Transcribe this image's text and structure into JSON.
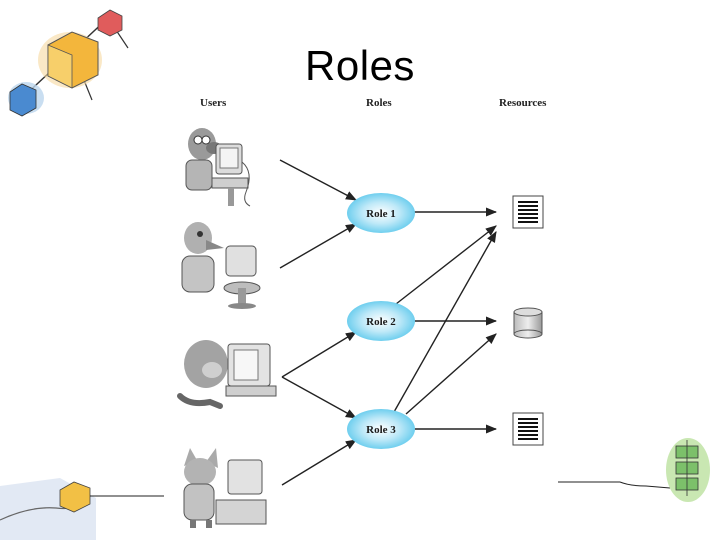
{
  "slide": {
    "title": "Roles"
  },
  "columns": {
    "users": "Users",
    "roles": "Roles",
    "resources": "Resources"
  },
  "roles": [
    "Role 1",
    "Role 2",
    "Role 3"
  ],
  "icons": {
    "users": [
      "dog-user-at-computer-icon",
      "bird-user-at-computer-icon",
      "monkey-user-at-computer-icon",
      "cat-user-at-computer-icon"
    ],
    "resources": [
      "document-resource-icon",
      "database-cylinder-icon",
      "document-resource-icon"
    ],
    "decor": [
      "cube-molecule-decoration-icon",
      "hand-holding-cube-decoration-icon",
      "stacked-boxes-decoration-icon"
    ]
  },
  "colors": {
    "role_fill": "#7fd3ef",
    "role_edge": "#dff6ff",
    "arrow": "#222222"
  }
}
